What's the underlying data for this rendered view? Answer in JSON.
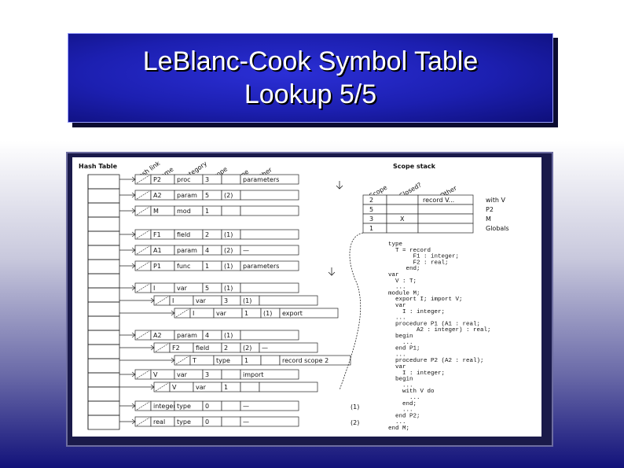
{
  "slide": {
    "title_line1": "LeBlanc-Cook Symbol Table",
    "title_line2": "Lookup 5/5"
  },
  "figure": {
    "hash_table_label": "Hash Table",
    "column_headers": [
      "Hash link",
      "Name",
      "Category",
      "Scope",
      "Type",
      "Other"
    ],
    "entries": [
      {
        "name": "P2",
        "category": "proc",
        "scope": "3",
        "type": "",
        "other": "parameters"
      },
      {
        "name": "A2",
        "category": "param",
        "scope": "5",
        "type": "(2)",
        "other": ""
      },
      {
        "name": "M",
        "category": "mod",
        "scope": "1",
        "type": "",
        "other": ""
      },
      {
        "name": "F1",
        "category": "field",
        "scope": "2",
        "type": "(1)",
        "other": ""
      },
      {
        "name": "A1",
        "category": "param",
        "scope": "4",
        "type": "(2)",
        "other": "—"
      },
      {
        "name": "P1",
        "category": "func",
        "scope": "1",
        "type": "(1)",
        "other": "parameters"
      },
      {
        "name": "I",
        "category": "var",
        "scope": "5",
        "type": "(1)",
        "other": ""
      },
      {
        "name": "I",
        "category": "var",
        "scope": "3",
        "type": "(1)",
        "other": ""
      },
      {
        "name": "I",
        "category": "var",
        "scope": "1",
        "type": "(1)",
        "other": "export"
      },
      {
        "name": "A2",
        "category": "param",
        "scope": "4",
        "type": "(1)",
        "other": ""
      },
      {
        "name": "F2",
        "category": "field",
        "scope": "2",
        "type": "(2)",
        "other": "—"
      },
      {
        "name": "T",
        "category": "type",
        "scope": "1",
        "type": "",
        "other": "record scope 2"
      },
      {
        "name": "V",
        "category": "var",
        "scope": "3",
        "type": "",
        "other": "import"
      },
      {
        "name": "V",
        "category": "var",
        "scope": "1",
        "type": "",
        "other": ""
      },
      {
        "name": "integer",
        "category": "type",
        "scope": "0",
        "type": "",
        "other": "—"
      },
      {
        "name": "real",
        "category": "type",
        "scope": "0",
        "type": "",
        "other": "—"
      }
    ],
    "type_markers": [
      "(1)",
      "(2)"
    ],
    "scope_stack": {
      "label": "Scope stack",
      "col_headers": [
        "Scope",
        "Closed?",
        "Other"
      ],
      "rows": [
        {
          "scope": "2",
          "closed": "",
          "other": "record V..."
        },
        {
          "scope": "5",
          "closed": "",
          "other": ""
        },
        {
          "scope": "3",
          "closed": "X",
          "other": ""
        },
        {
          "scope": "1",
          "closed": "",
          "other": ""
        }
      ],
      "notes": [
        "with V",
        "P2",
        "M",
        "Globals"
      ]
    },
    "code_lines": [
      "type",
      "  T = record",
      "       F1 : integer;",
      "       F2 : real;",
      "     end;",
      "var",
      "  V : T;",
      "  ...",
      "module M;",
      "  export I; import V;",
      "  var",
      "    I : integer;",
      "  ...",
      "  procedure P1 (A1 : real;",
      "        A2 : integer) : real;",
      "  begin",
      "    ...",
      "  end P1;",
      "  ...",
      "  procedure P2 (A2 : real);",
      "  var",
      "    I : integer;",
      "  begin",
      "    ...",
      "    with V do",
      "      ...",
      "    end;",
      "    ...",
      "  end P2;",
      "  ...",
      "end M;"
    ]
  }
}
